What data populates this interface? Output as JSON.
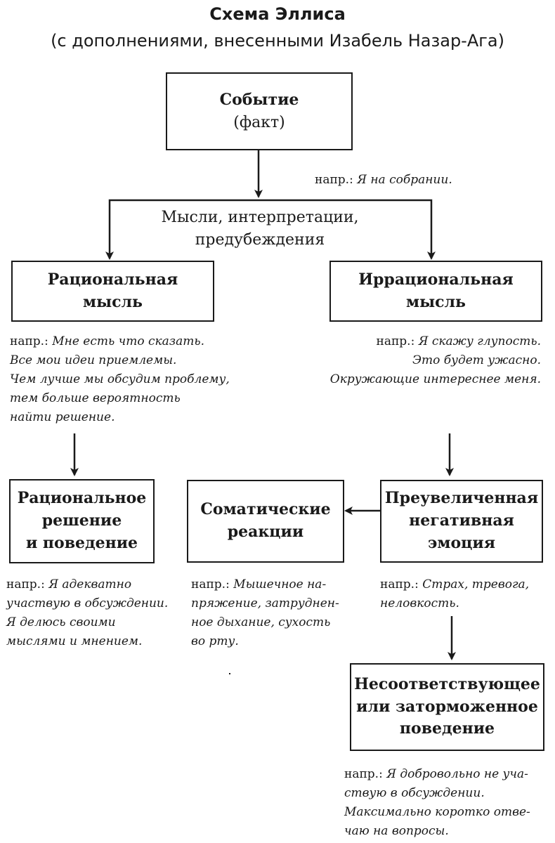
{
  "title": "Схема Эллиса",
  "subtitle": "(с дополнениями, внесенными Изабель Назар-Ага)",
  "nodes": {
    "event": {
      "line1": "Событие",
      "line2": "(факт)"
    },
    "rational_thought": {
      "line1": "Рациональная",
      "line2": "мысль"
    },
    "irrational_thought": {
      "line1": "Иррациональная",
      "line2": "мысль"
    },
    "rational_decision": {
      "line1": "Рациональное",
      "line2": "решение",
      "line3": "и поведение"
    },
    "somatic": {
      "line1": "Соматические",
      "line2": "реакции"
    },
    "exaggerated_emotion": {
      "line1": "Преувеличенная",
      "line2": "негативная",
      "line3": "эмоция"
    },
    "inappropriate_behavior": {
      "line1": "Несоответствующее",
      "line2": "или заторможенное",
      "line3": "поведение"
    }
  },
  "thoughts_label": {
    "line1": "Мысли, интерпретации,",
    "line2": "предубеждения"
  },
  "examples": {
    "prefix": "напр.:",
    "event": {
      "line1": "Я на собрании."
    },
    "rational_thought": {
      "line1": "Мне есть что сказать.",
      "line2": "Все мои идеи приемлемы.",
      "line3": "Чем лучше мы обсудим проблему,",
      "line4": "тем больше вероятность",
      "line5": "найти решение."
    },
    "irrational_thought": {
      "line1": "Я скажу глупость.",
      "line2": "Это будет ужасно.",
      "line3": "Окружающие интереснее меня."
    },
    "rational_decision": {
      "line1": "Я адекватно",
      "line2": "участвую в обсуждении.",
      "line3": "Я делюсь своими",
      "line4": "мыслями и мнением."
    },
    "somatic": {
      "line1": "Мышечное на-",
      "line2": "пряжение, затруднен-",
      "line3": "ное дыхание, сухость",
      "line4": "во рту."
    },
    "exaggerated_emotion": {
      "line1": "Страх, тревога,",
      "line2": "неловкость."
    },
    "inappropriate_behavior": {
      "line1": "Я добровольно не уча-",
      "line2": "ствую в обсуждении.",
      "line3": "Максимально коротко отве-",
      "line4": "чаю на вопросы."
    }
  }
}
